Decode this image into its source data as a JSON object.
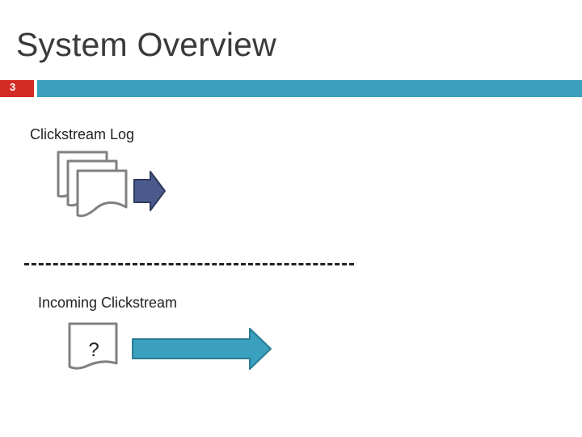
{
  "slide": {
    "title": "System Overview",
    "number": "3"
  },
  "diagram": {
    "log_label": "Clickstream Log",
    "incoming_label": "Incoming Clickstream",
    "unknown_symbol": "?",
    "icons": {
      "log_documents": "stacked-document-icon",
      "log_arrow": "right-arrow-icon",
      "incoming_document": "document-icon",
      "incoming_arrow": "right-arrow-icon"
    }
  },
  "colors": {
    "title_text": "#3a3a3a",
    "slide_number_box": "#d52b26",
    "title_bar": "#3aa0bd",
    "log_arrow_fill": "#4a5a8c",
    "incoming_arrow_fill": "#3aa0bd",
    "document_stroke": "#808080"
  }
}
